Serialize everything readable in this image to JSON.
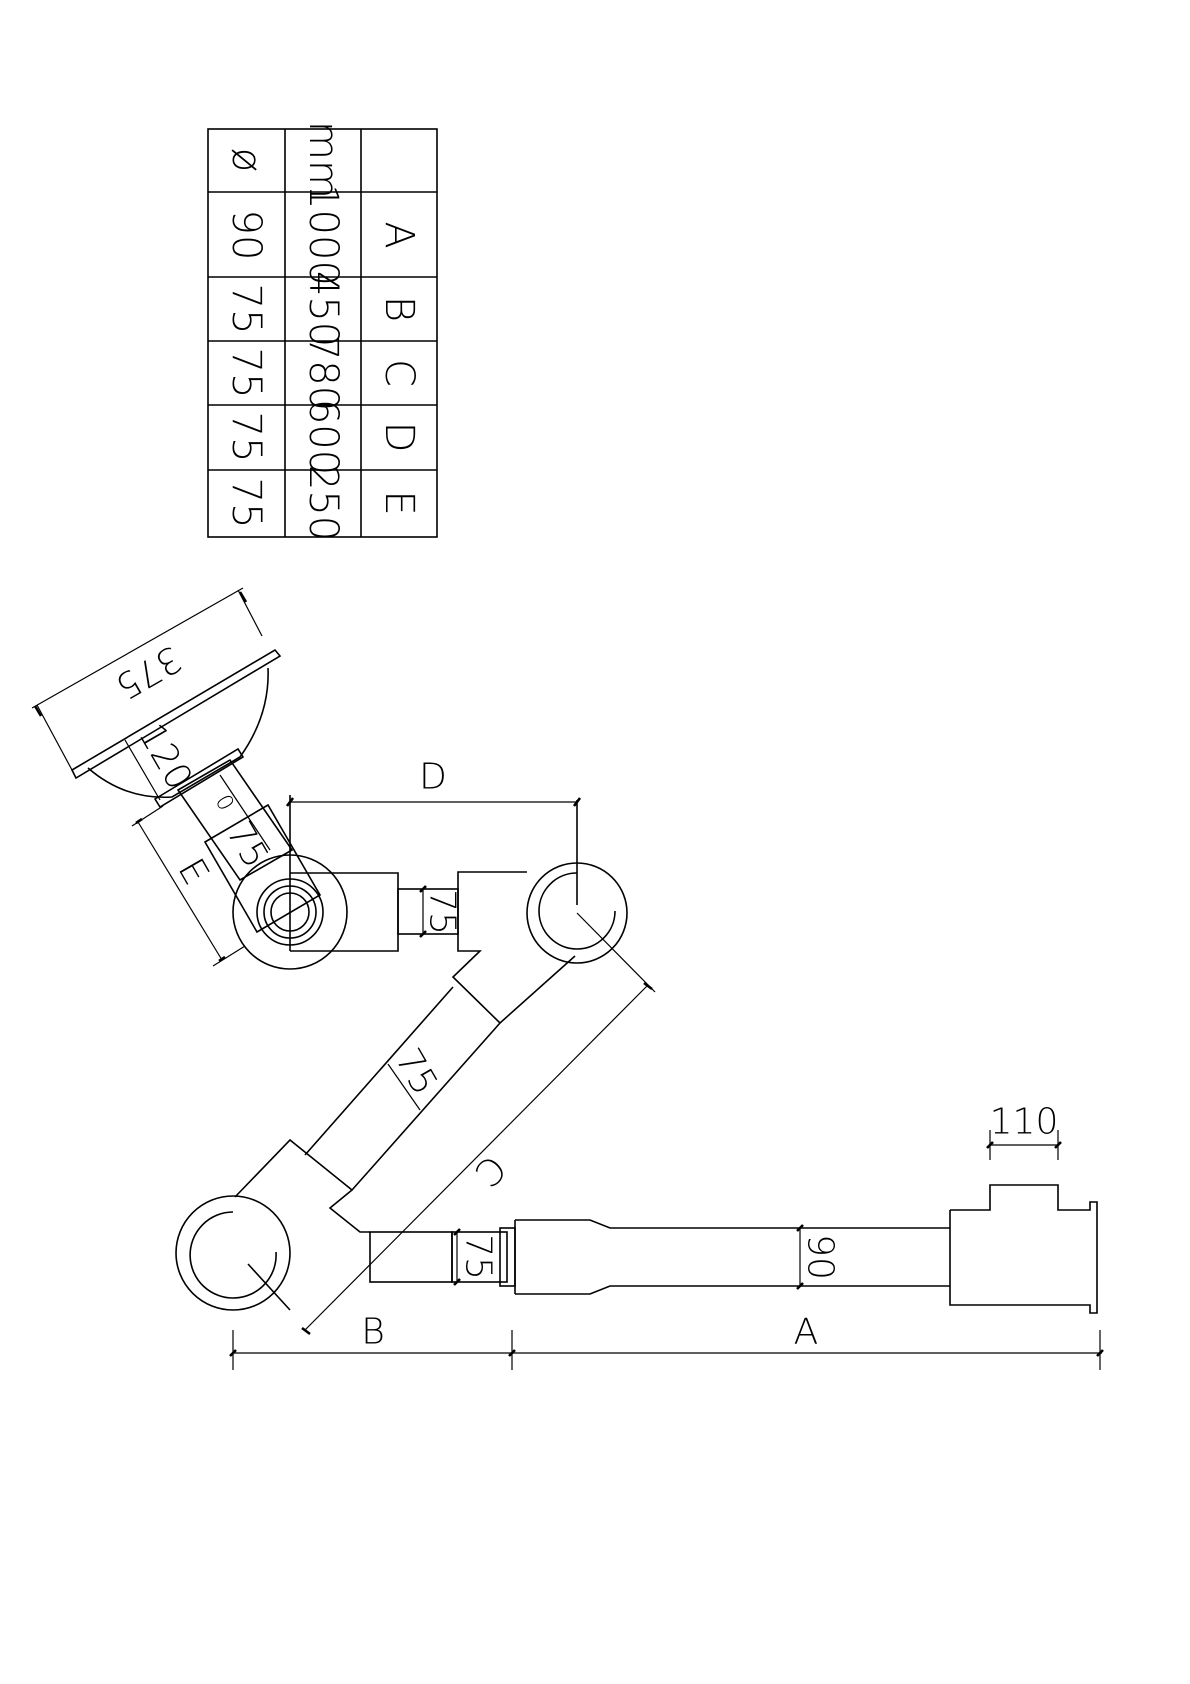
{
  "table": {
    "header": [
      "",
      "mm",
      "ø"
    ],
    "rows": [
      {
        "label": "A",
        "mm": "1000",
        "dia": "90"
      },
      {
        "label": "B",
        "mm": "450",
        "dia": "75"
      },
      {
        "label": "C",
        "mm": "780",
        "dia": "75"
      },
      {
        "label": "D",
        "mm": "600",
        "dia": "75"
      },
      {
        "label": "E",
        "mm": "250",
        "dia": "75"
      }
    ]
  },
  "dimensions": {
    "d375": "375",
    "d120": "120",
    "d0": "0",
    "d75_e": "75",
    "e": "E",
    "d": "D",
    "d75_top": "75",
    "d75_mid": "75",
    "c": "C",
    "d75_low": "75",
    "d90": "90",
    "d110": "110",
    "b": "B",
    "a": "A"
  }
}
